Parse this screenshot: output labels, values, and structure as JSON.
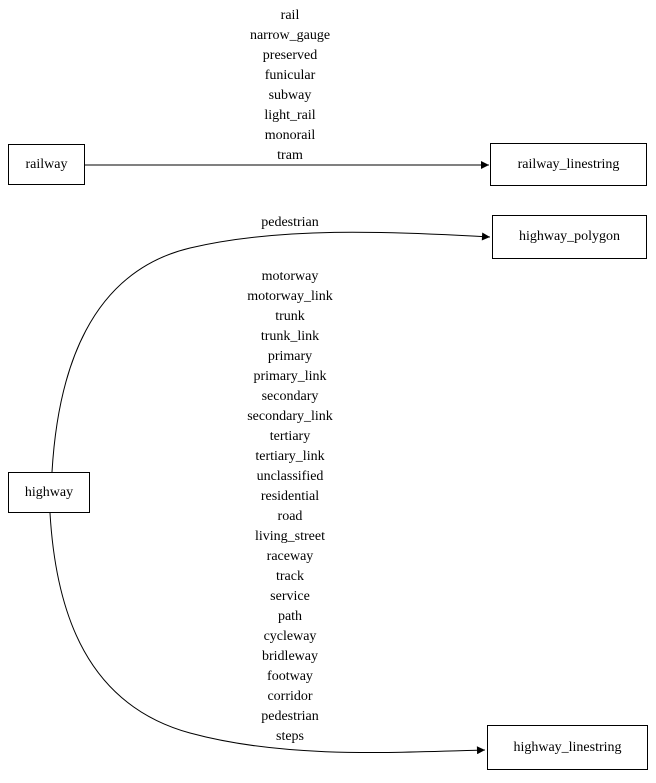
{
  "diagram": {
    "background_color": "#ffffff",
    "stroke_color": "#000000",
    "text_color": "#000000",
    "nodes": {
      "railway": {
        "label": "railway"
      },
      "railway_linestring": {
        "label": "railway_linestring"
      },
      "highway": {
        "label": "highway"
      },
      "highway_polygon": {
        "label": "highway_polygon"
      },
      "highway_linestring": {
        "label": "highway_linestring"
      }
    },
    "edges": [
      {
        "from": "railway",
        "to": "railway_linestring",
        "labels": [
          "rail",
          "narrow_gauge",
          "preserved",
          "funicular",
          "subway",
          "light_rail",
          "monorail",
          "tram"
        ]
      },
      {
        "from": "highway",
        "to": "highway_polygon",
        "labels": [
          "pedestrian"
        ]
      },
      {
        "from": "highway",
        "to": "highway_linestring",
        "labels": [
          "motorway",
          "motorway_link",
          "trunk",
          "trunk_link",
          "primary",
          "primary_link",
          "secondary",
          "secondary_link",
          "tertiary",
          "tertiary_link",
          "unclassified",
          "residential",
          "road",
          "living_street",
          "raceway",
          "track",
          "service",
          "path",
          "cycleway",
          "bridleway",
          "footway",
          "corridor",
          "pedestrian",
          "steps"
        ]
      }
    ]
  }
}
